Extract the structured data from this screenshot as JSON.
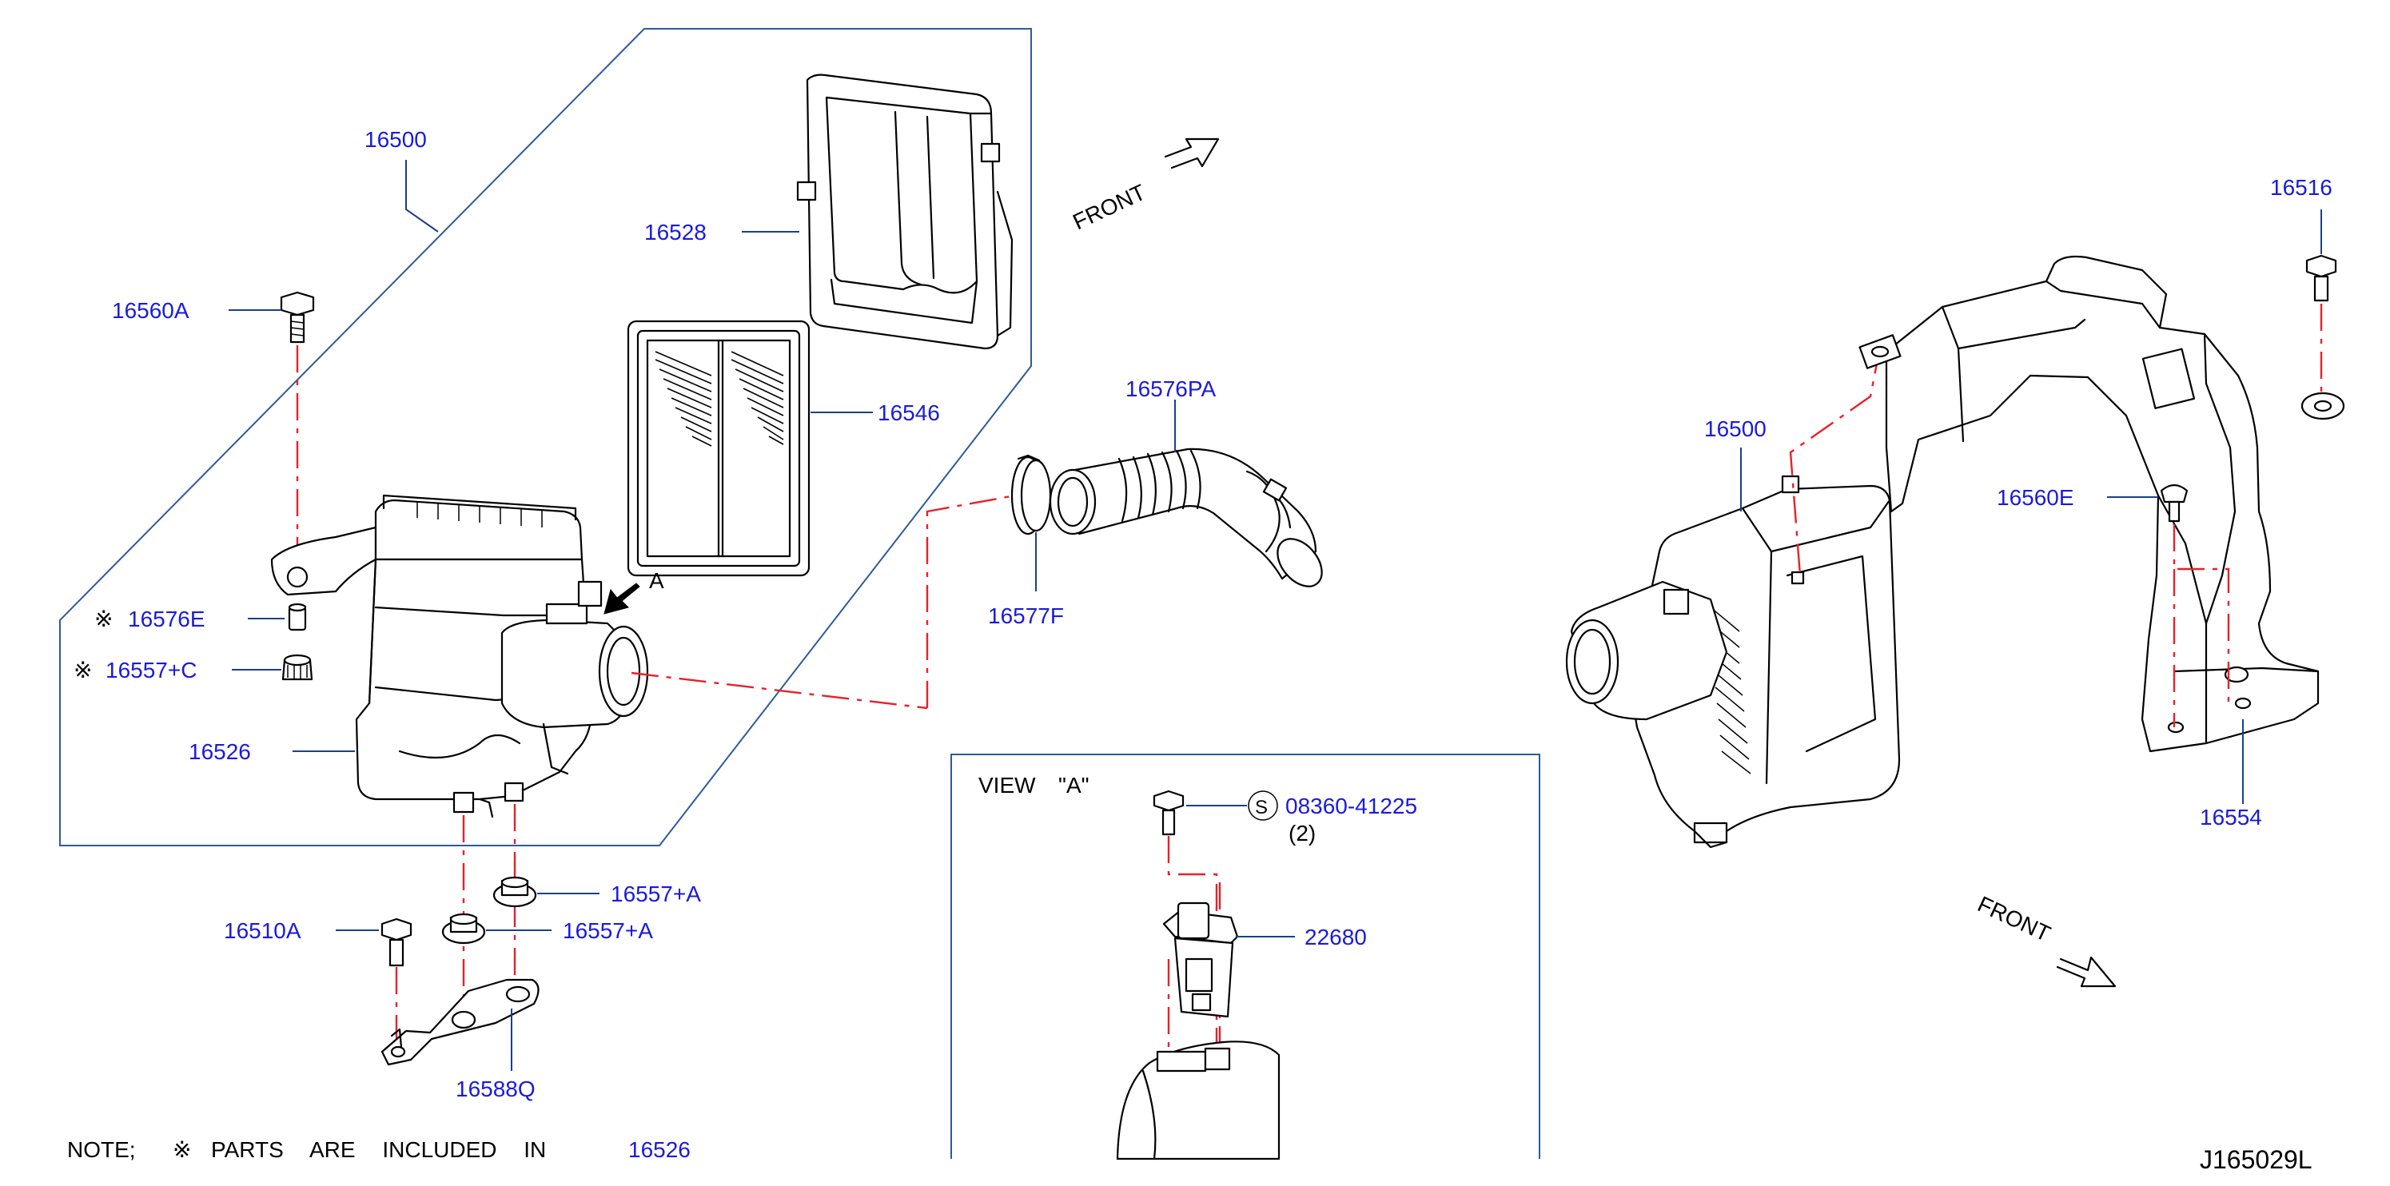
{
  "colors": {
    "part_number": "#1a1adc",
    "leader": "#1b3f8c",
    "frame": "#2e5a9c",
    "centerline": "#e8202a",
    "ink": "#000000"
  },
  "labels": {
    "p16500_left": "16500",
    "p16528": "16528",
    "p16560A": "16560A",
    "p16546": "16546",
    "p16576PA": "16576PA",
    "p16576E": "16576E",
    "p16557C": "16557+C",
    "p16577F": "16577F",
    "p16526": "16526",
    "p16557A_1": "16557+A",
    "p16557A_2": "16557+A",
    "p16510A": "16510A",
    "p16588Q": "16588Q",
    "p16516": "16516",
    "p16500_right": "16500",
    "p16560E": "16560E",
    "p16554": "16554",
    "p08360": "08360-41225",
    "p22680": "22680"
  },
  "marks": {
    "asterisk": "※",
    "s_symbol": "S",
    "qty": "(2)",
    "arrow_a": "A"
  },
  "view": {
    "title": "VIEW",
    "letter": "\"A\""
  },
  "direction": {
    "front_top": "FRONT",
    "front_bottom": "FRONT"
  },
  "note": {
    "prefix": "NOTE;",
    "text": "PARTS ARE INCLUDED IN",
    "part": "16526"
  },
  "diagram_id": "J165029L"
}
